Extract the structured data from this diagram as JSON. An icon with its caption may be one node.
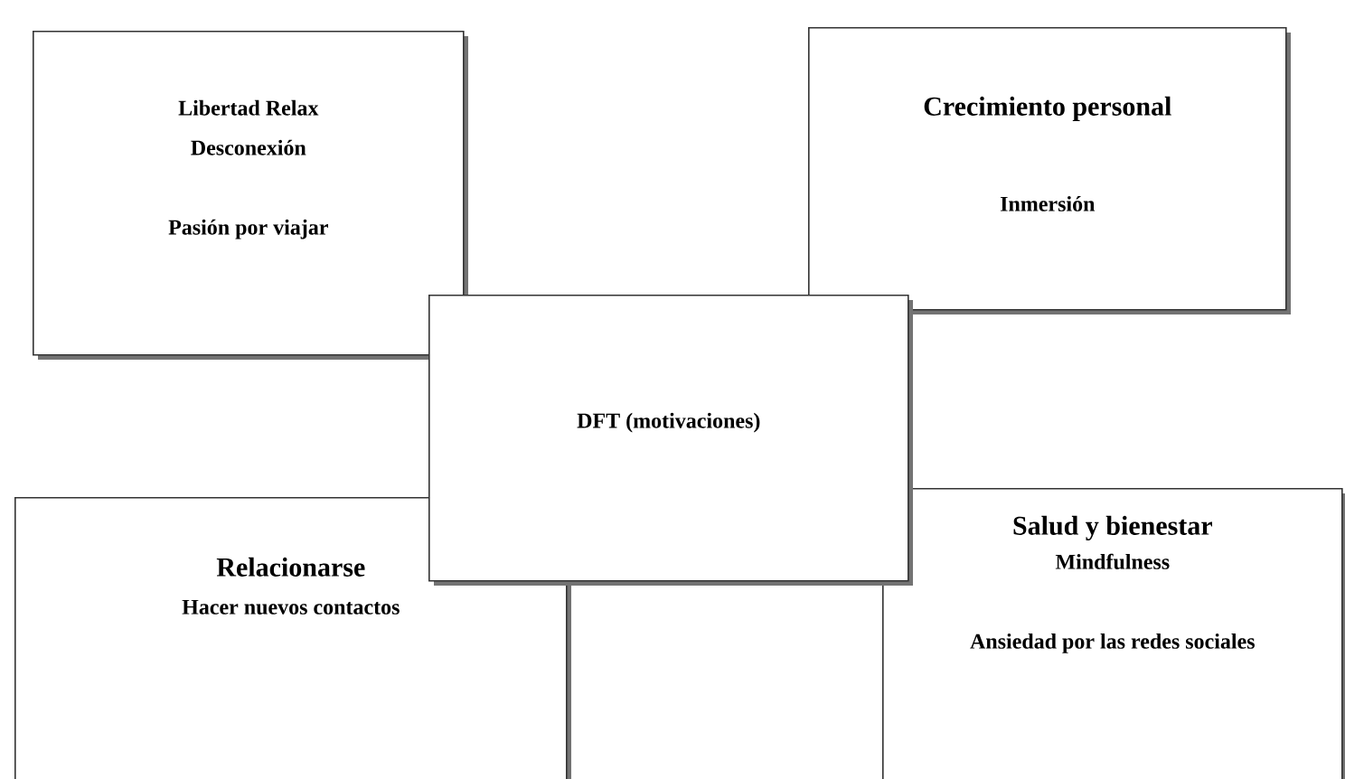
{
  "diagram": {
    "nodes": [
      {
        "text": [
          "Libertad Relax",
          "Desconexión",
          "Pasión por viajar"
        ]
      },
      {
        "text": [
          "Crecimiento personal",
          "Inmersión"
        ]
      },
      {
        "text": [
          "DFT (motivaciones)"
        ]
      },
      {
        "text": [
          "Relacionarse",
          "Hacer nuevos contactos"
        ]
      },
      {
        "text": [
          "Salud y bienestar",
          "Mindfulness",
          "Ansiedad por las redes sociales"
        ]
      }
    ]
  }
}
